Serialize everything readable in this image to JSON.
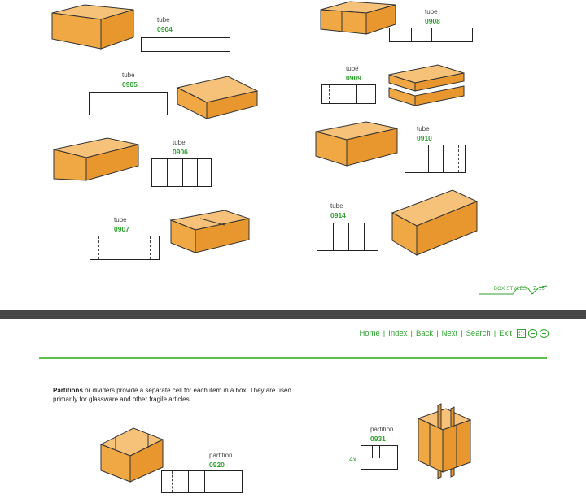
{
  "top_page": {
    "items": [
      {
        "type": "tube",
        "code": "0904"
      },
      {
        "type": "tube",
        "code": "0908"
      },
      {
        "type": "tube",
        "code": "0905"
      },
      {
        "type": "tube",
        "code": "0909"
      },
      {
        "type": "tube",
        "code": "0906"
      },
      {
        "type": "tube",
        "code": "0910"
      },
      {
        "type": "tube",
        "code": "0907"
      },
      {
        "type": "tube",
        "code": "0914"
      }
    ],
    "footer_section": "BOX STYLES",
    "footer_page": "2.15"
  },
  "bottom_page": {
    "nav": [
      "Home",
      "Index",
      "Back",
      "Next",
      "Search",
      "Exit"
    ],
    "intro_bold": "Partitions",
    "intro_rest": " or dividers provide a separate cell for each item in a box. They are used primarily for glassware and other fragile articles.",
    "items": [
      {
        "type": "partition",
        "code": "0920"
      },
      {
        "type": "partition",
        "code": "0931",
        "multiplier": "4x"
      }
    ]
  },
  "colors": {
    "accent": "#2fa12f",
    "box_fill": "#f0a845",
    "divider": "#474747"
  }
}
